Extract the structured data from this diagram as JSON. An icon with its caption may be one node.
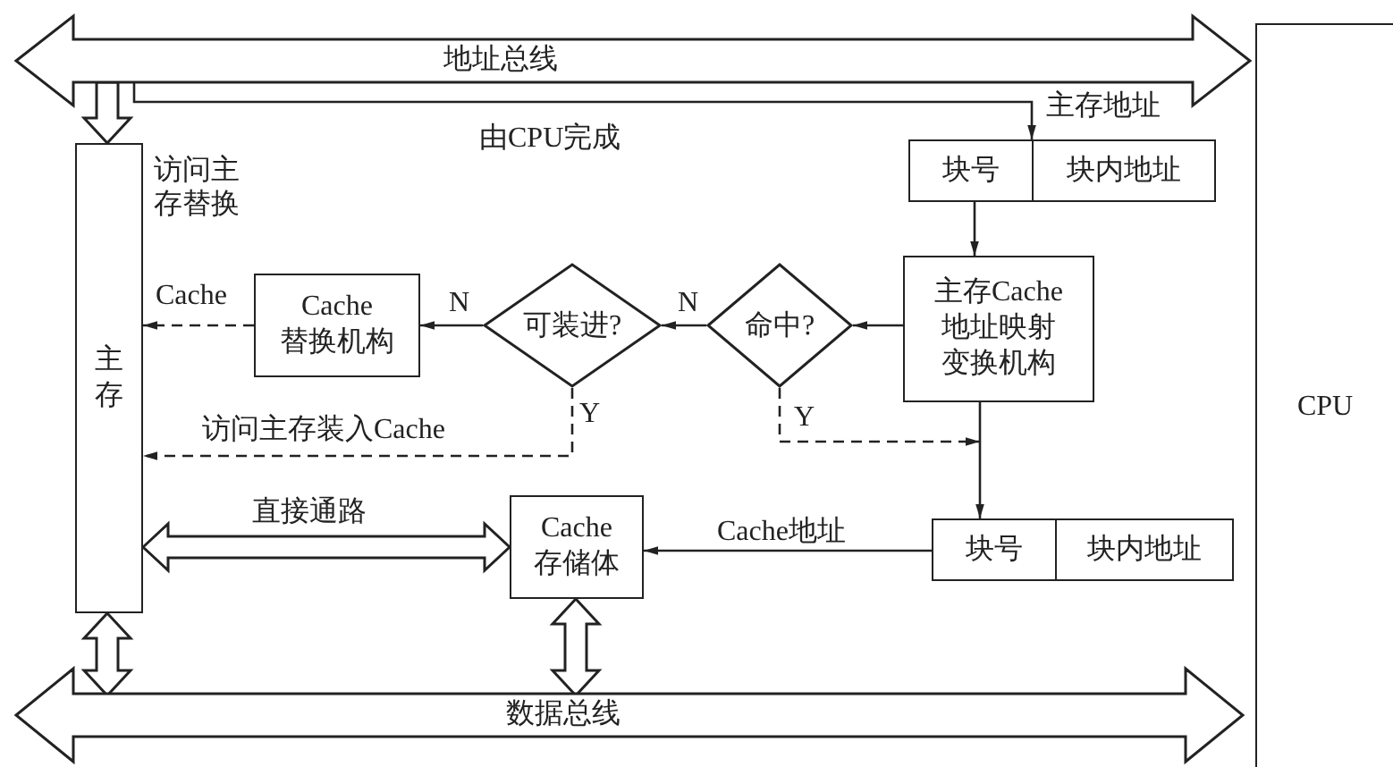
{
  "diagram": {
    "nodes": [
      {
        "text": [
          "地址总线"
        ]
      },
      {
        "text": [
          "CPU"
        ]
      },
      {
        "text": [
          "主存"
        ]
      },
      {
        "text": [
          "块号",
          "块内地址"
        ]
      },
      {
        "text": [
          "主存Cache地址映射变换机构"
        ]
      },
      {
        "text": [
          "命中?"
        ]
      },
      {
        "text": [
          "可装进?"
        ]
      },
      {
        "text": [
          "Cache替换机构"
        ]
      },
      {
        "text": [
          "Cache存储体"
        ]
      },
      {
        "text": [
          "块号",
          "块内地址"
        ]
      },
      {
        "text": [
          "数据总线"
        ]
      }
    ],
    "edges": [
      {
        "from": 0,
        "to": 2,
        "arrow": "to",
        "style": "thick"
      },
      {
        "from": 0,
        "to": 3,
        "arrow": "to",
        "label": "主存地址"
      },
      {
        "from": 3,
        "to": 4,
        "arrow": "to"
      },
      {
        "from": 4,
        "to": 5,
        "arrow": "to"
      },
      {
        "from": 5,
        "to": 6,
        "arrow": "to",
        "label": "N"
      },
      {
        "from": 6,
        "to": 7,
        "arrow": "to",
        "label": "N"
      },
      {
        "from": 7,
        "to": 2,
        "arrow": "to",
        "style": "dashed",
        "label": "Cache"
      },
      {
        "from": 6,
        "to": 2,
        "arrow": "to",
        "style": "dashed",
        "label": "访问主存装入Cache"
      },
      {
        "from": 5,
        "to": 9,
        "arrow": "to",
        "style": "dashed"
      },
      {
        "from": 4,
        "to": 9,
        "arrow": "to"
      },
      {
        "from": 9,
        "to": 8,
        "arrow": "to",
        "label": "Cache地址"
      },
      {
        "from": 2,
        "to": 8,
        "arrow": "both",
        "style": "thick",
        "label": "直接通路"
      },
      {
        "from": 2,
        "to": 10,
        "arrow": "both",
        "style": "thick"
      },
      {
        "from": 8,
        "to": 10,
        "arrow": "both",
        "style": "thick"
      }
    ],
    "labels": [
      "由CPU完成",
      "访问主存替换",
      "Y",
      "Y"
    ]
  }
}
